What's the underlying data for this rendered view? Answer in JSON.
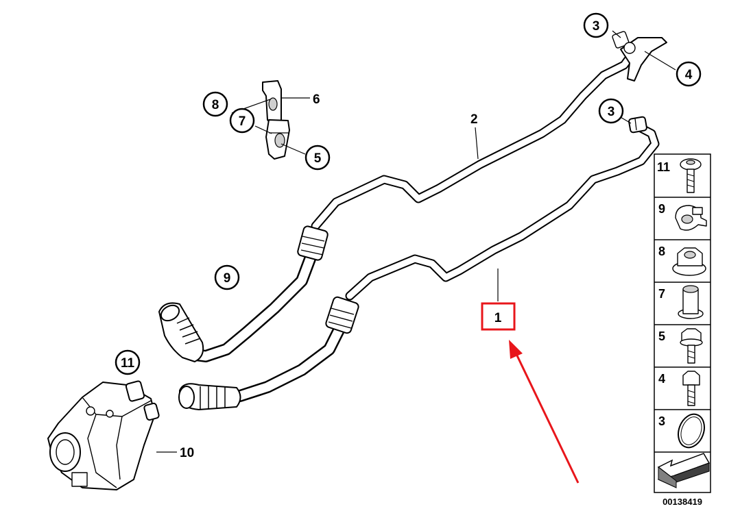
{
  "callouts": {
    "c3a": "3",
    "c4": "4",
    "c3b": "3",
    "c6": "6",
    "c8": "8",
    "c7": "7",
    "c5": "5",
    "c2": "2",
    "c9": "9",
    "c1": "1",
    "c11": "11",
    "c10": "10"
  },
  "legend": {
    "items": [
      "11",
      "9",
      "8",
      "7",
      "5",
      "4",
      "3"
    ]
  },
  "doc_number": "00138419",
  "colors": {
    "highlight": "#e8161b",
    "line": "#000000",
    "shade": "#cfcfcf"
  }
}
